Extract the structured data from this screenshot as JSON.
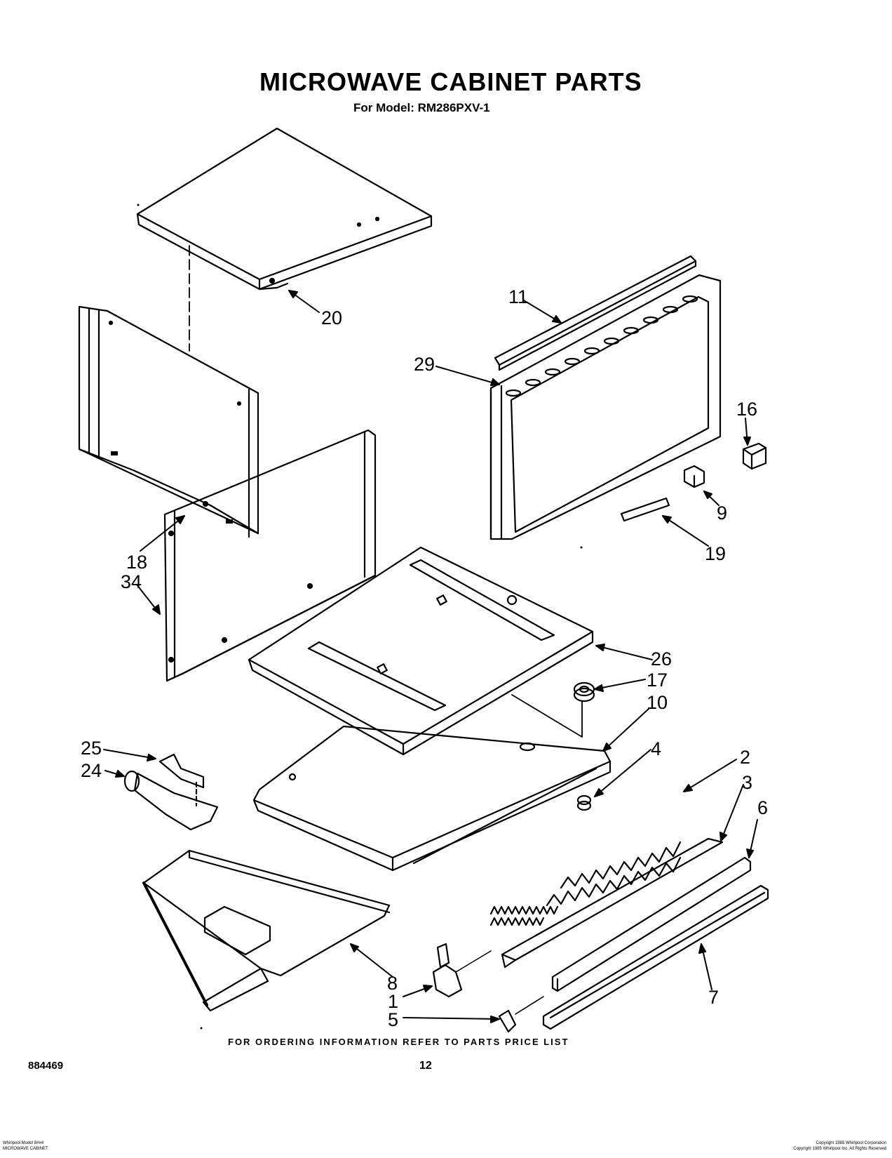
{
  "header": {
    "title": "MICROWAVE CABINET PARTS",
    "model_line": "For Model: RM286PXV-1"
  },
  "callouts": [
    "20",
    "11",
    "29",
    "16",
    "9",
    "19",
    "18",
    "34",
    "26",
    "17",
    "10",
    "25",
    "24",
    "4",
    "2",
    "3",
    "6",
    "8",
    "1",
    "5",
    "7"
  ],
  "footer": {
    "ordering_note": "FOR ORDERING INFORMATION REFER TO PARTS PRICE LIST",
    "doc_number": "884469",
    "page_number": "12",
    "fine_left_1": "Whirlpool Model 8##4",
    "fine_left_2": "MICROWAVE CABINET",
    "fine_right_1": "Copyright 1985 Whirlpool Corporation",
    "fine_right_2": "Copyright 1985 Whirlpool Inc. All Rights Reserved"
  }
}
